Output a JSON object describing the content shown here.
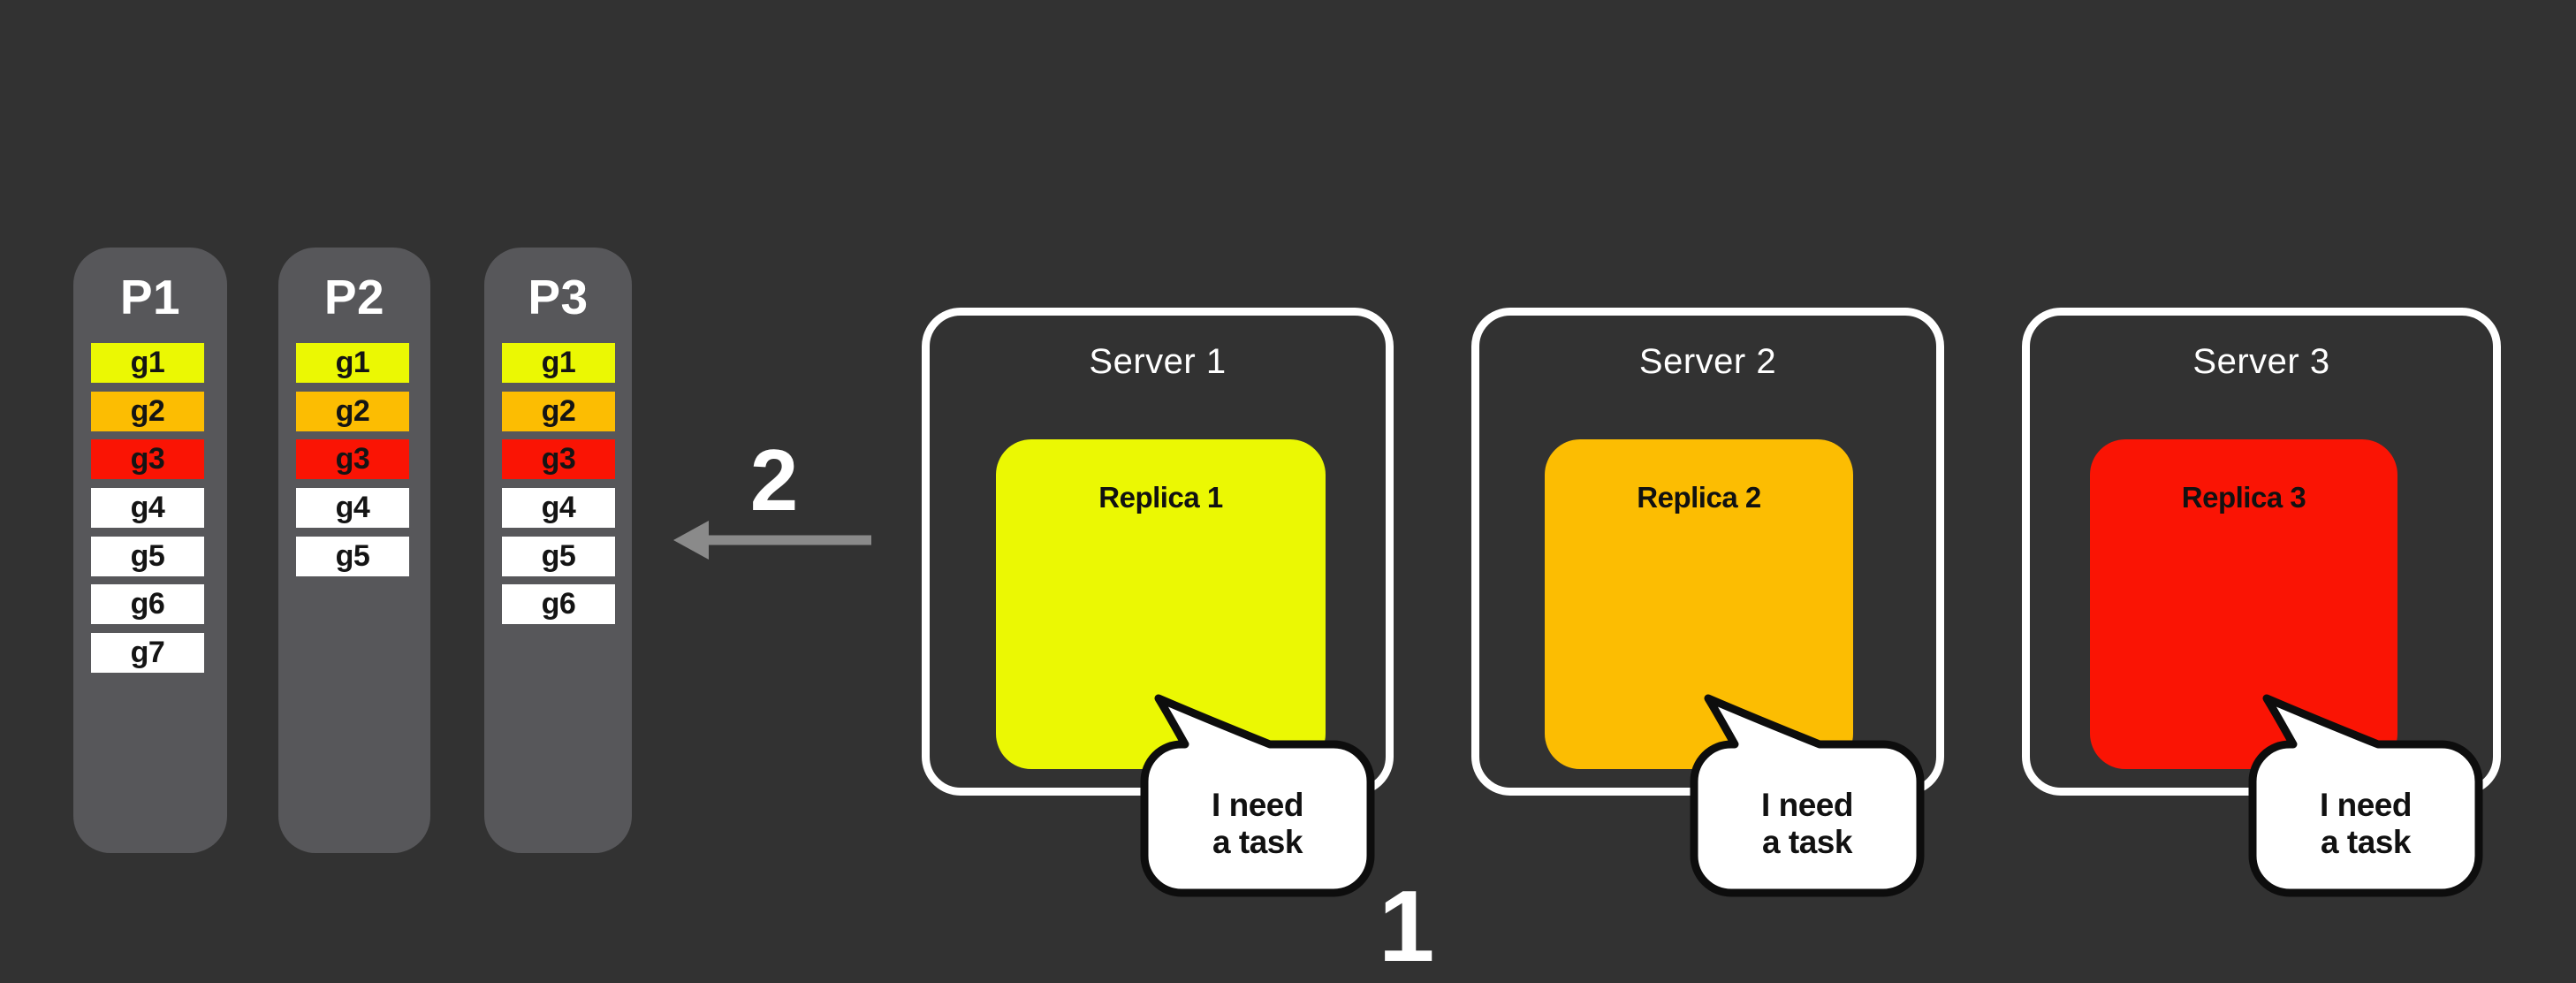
{
  "diagram": {
    "colors": {
      "background": "#323232",
      "column": "#57575A",
      "yellow": "#EBF803",
      "amber": "#FCBD02",
      "red": "#FA1404",
      "white": "#FFFFFF",
      "arrow": "#8A8A8A",
      "bubble_fill": "#FFFFFF",
      "bubble_border": "#0D0D0D"
    },
    "partitions": [
      {
        "name": "P1",
        "tasks": [
          {
            "label": "g1",
            "color": "yellow"
          },
          {
            "label": "g2",
            "color": "amber"
          },
          {
            "label": "g3",
            "color": "red"
          },
          {
            "label": "g4",
            "color": "white"
          },
          {
            "label": "g5",
            "color": "white"
          },
          {
            "label": "g6",
            "color": "white"
          },
          {
            "label": "g7",
            "color": "white"
          }
        ]
      },
      {
        "name": "P2",
        "tasks": [
          {
            "label": "g1",
            "color": "yellow"
          },
          {
            "label": "g2",
            "color": "amber"
          },
          {
            "label": "g3",
            "color": "red"
          },
          {
            "label": "g4",
            "color": "white"
          },
          {
            "label": "g5",
            "color": "white"
          }
        ]
      },
      {
        "name": "P3",
        "tasks": [
          {
            "label": "g1",
            "color": "yellow"
          },
          {
            "label": "g2",
            "color": "amber"
          },
          {
            "label": "g3",
            "color": "red"
          },
          {
            "label": "g4",
            "color": "white"
          },
          {
            "label": "g5",
            "color": "white"
          },
          {
            "label": "g6",
            "color": "white"
          }
        ]
      }
    ],
    "servers": [
      {
        "name": "Server 1",
        "replica": {
          "label": "Replica 1",
          "color": "yellow"
        },
        "bubble": {
          "line1": "I need",
          "line2": "a task"
        }
      },
      {
        "name": "Server 2",
        "replica": {
          "label": "Replica 2",
          "color": "amber"
        },
        "bubble": {
          "line1": "I need",
          "line2": "a task"
        }
      },
      {
        "name": "Server 3",
        "replica": {
          "label": "Replica 3",
          "color": "red"
        },
        "bubble": {
          "line1": "I need",
          "line2": "a task"
        }
      }
    ],
    "annotations": {
      "step2_label": "2",
      "step1_label": "1"
    }
  }
}
